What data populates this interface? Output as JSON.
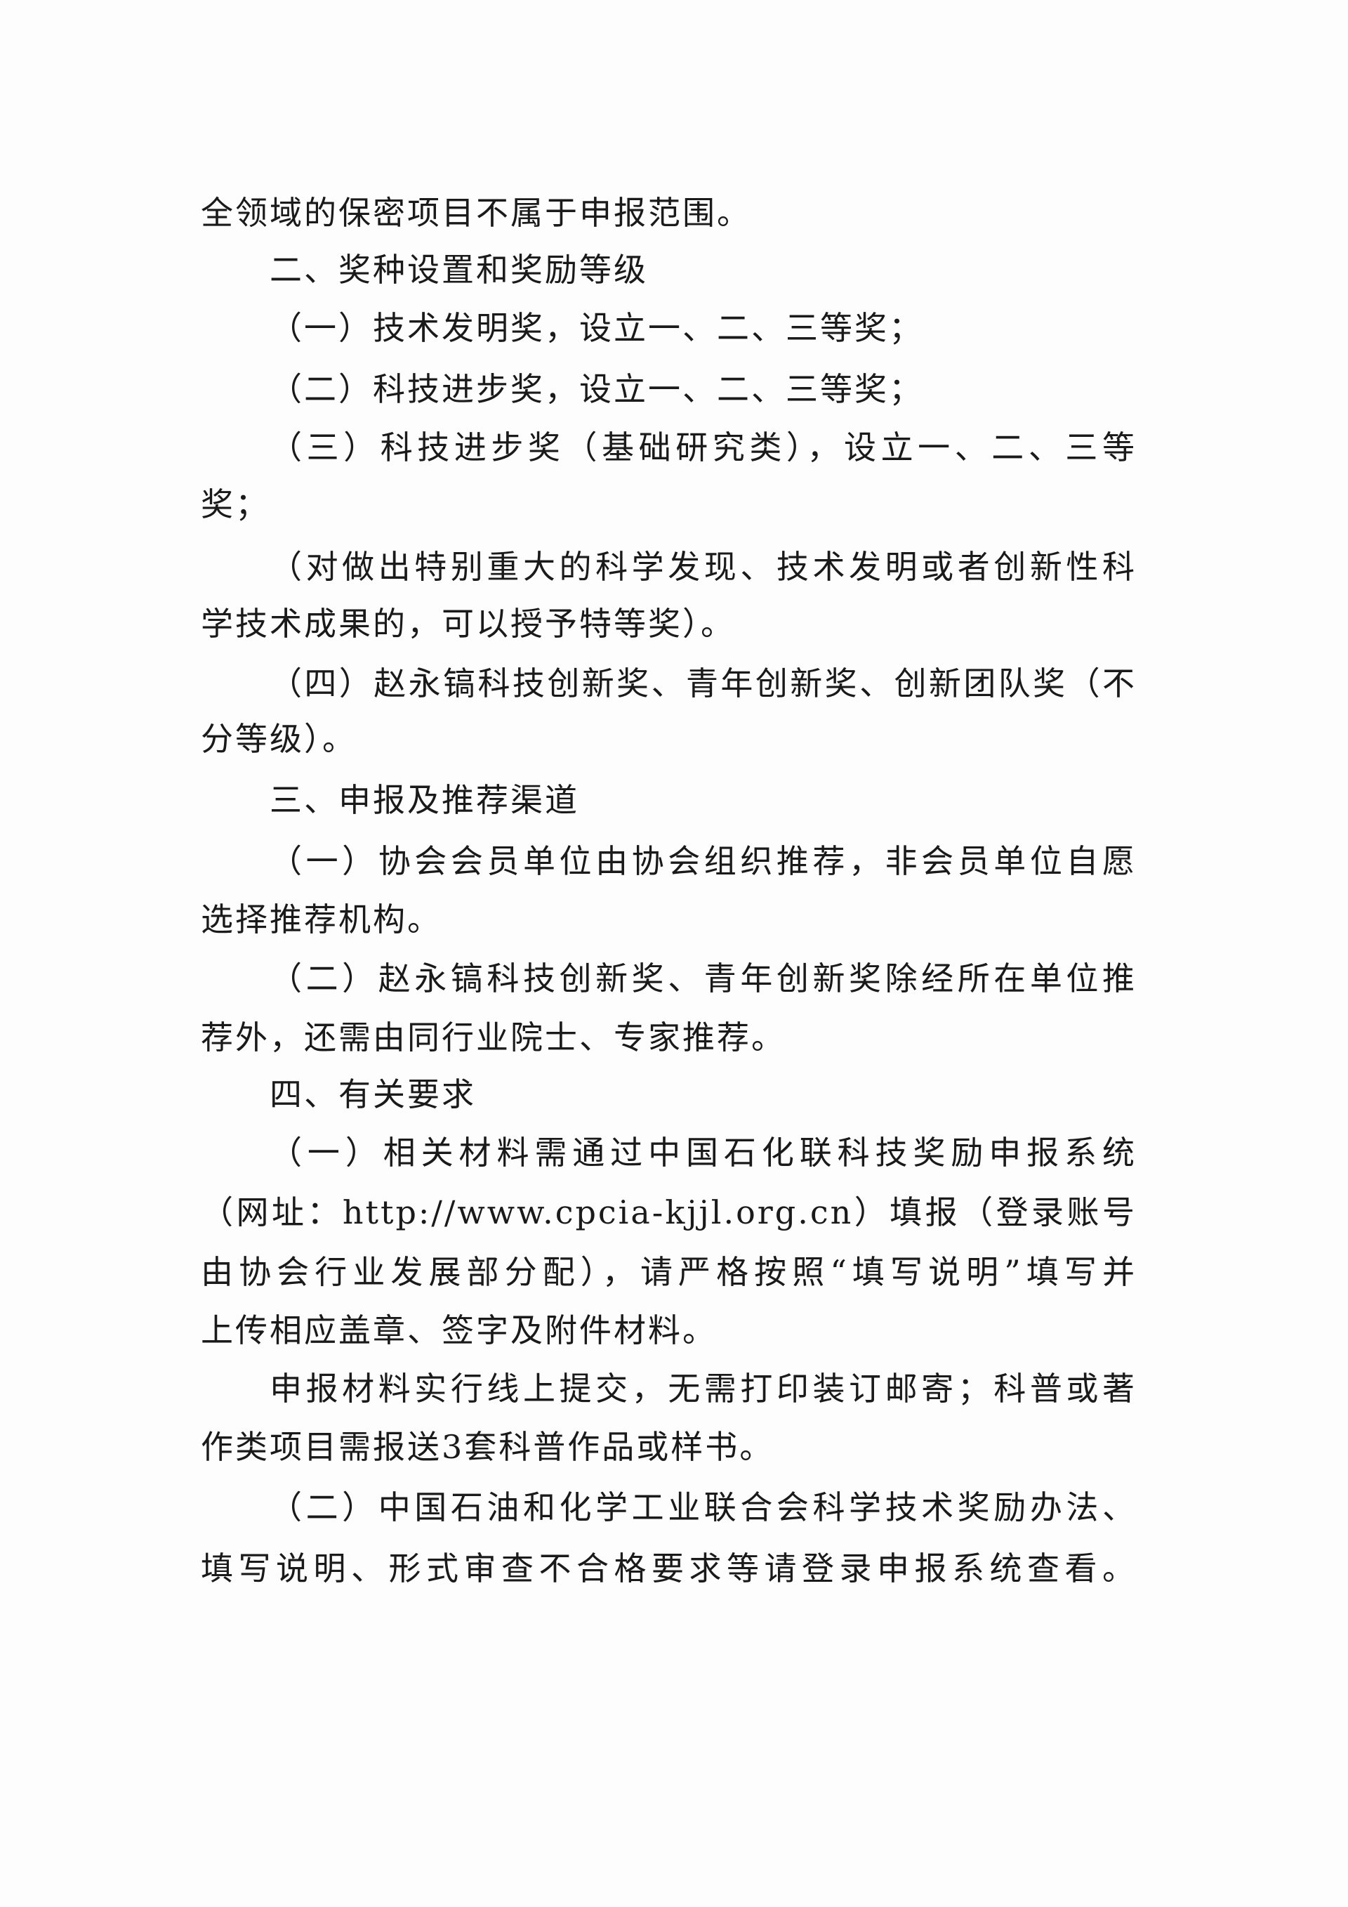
{
  "lines": [
    {
      "text": "全领域的保密项目不属于申报范围。"
    },
    {
      "text": "二、奖种设置和奖励等级"
    },
    {
      "text": "（一）技术发明奖，设立一、二、三等奖；"
    },
    {
      "text": "（二）科技进步奖，设立一、二、三等奖；"
    },
    {
      "text": "（三）科技进步奖（基础研究类），设立一、二、三等"
    },
    {
      "text": "奖；"
    },
    {
      "text": "（对做出特别重大的科学发现、技术发明或者创新性科"
    },
    {
      "text": "学技术成果的，可以授予特等奖）。"
    },
    {
      "text": "（四）赵永镐科技创新奖、青年创新奖、创新团队奖（不"
    },
    {
      "text": "分等级）。"
    },
    {
      "text": "三、申报及推荐渠道"
    },
    {
      "text": "（一）协会会员单位由协会组织推荐，非会员单位自愿"
    },
    {
      "text": "选择推荐机构。"
    },
    {
      "text": "（二）赵永镐科技创新奖、青年创新奖除经所在单位推"
    },
    {
      "text": "荐外，还需由同行业院士、专家推荐。"
    },
    {
      "text": "四、有关要求"
    },
    {
      "text": "（一）相关材料需通过中国石化联科技奖励申报系统"
    },
    {
      "text": "（网址：http://www.cpcia-kjjl.org.cn）填报（登录账号"
    },
    {
      "text": "由协会行业发展部分配），请严格按照“填写说明”填写并"
    },
    {
      "text": "上传相应盖章、签字及附件材料。"
    },
    {
      "text": "申报材料实行线上提交，无需打印装订邮寄；科普或著"
    },
    {
      "text": "作类项目需报送3套科普作品或样书。"
    },
    {
      "text": "（二）中国石油和化学工业联合会科学技术奖励办法、"
    },
    {
      "text": "填写说明、形式审查不合格要求等请登录申报系统查看。"
    }
  ]
}
